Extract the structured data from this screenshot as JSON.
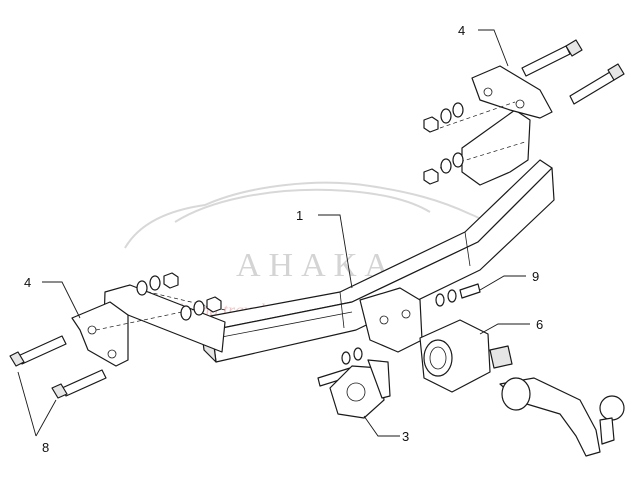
{
  "callouts": {
    "c1": "1",
    "c3": "3",
    "c4_top": "4",
    "c4_left": "4",
    "c6": "6",
    "c8": "8",
    "c9": "9"
  },
  "watermark": {
    "title": "АНАКА",
    "subtitle": "track and travel",
    "text_color": "#d4d4d4",
    "subtitle_color": "#e8a0a0"
  },
  "colors": {
    "line": "#1a1a1a",
    "background": "#ffffff",
    "shade": "#e6e6e6"
  }
}
